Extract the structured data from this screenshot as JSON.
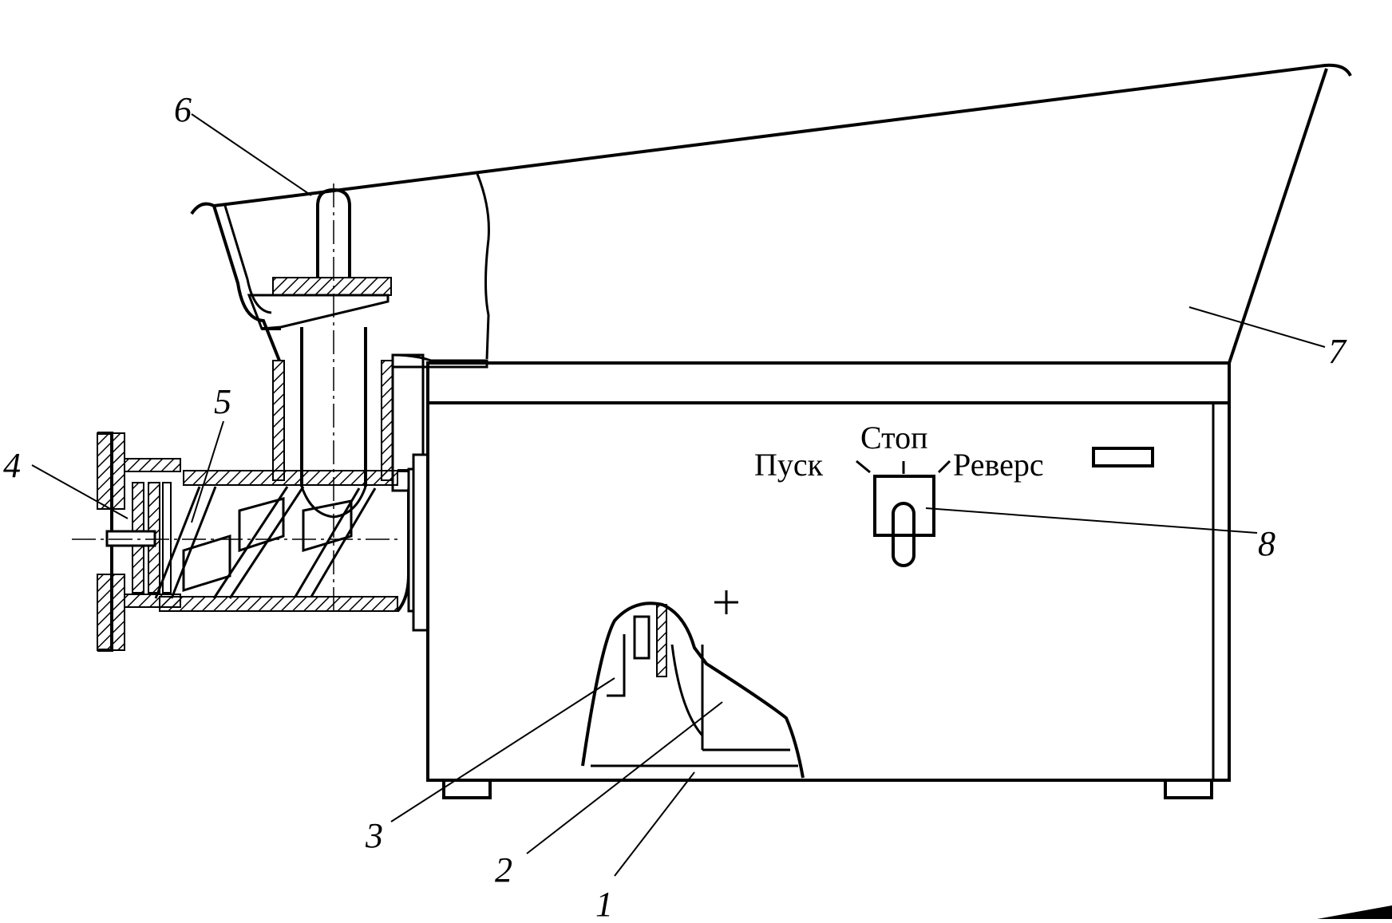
{
  "diagram": {
    "part_numbers": {
      "n1": "1",
      "n2": "2",
      "n3": "3",
      "n4": "4",
      "n5": "5",
      "n6": "6",
      "n7": "7",
      "n8": "8"
    },
    "switch_labels": {
      "start": "Пуск",
      "stop": "Стоп",
      "reverse": "Реверс"
    },
    "colors": {
      "ink": "#000000",
      "paper": "#ffffff"
    }
  }
}
